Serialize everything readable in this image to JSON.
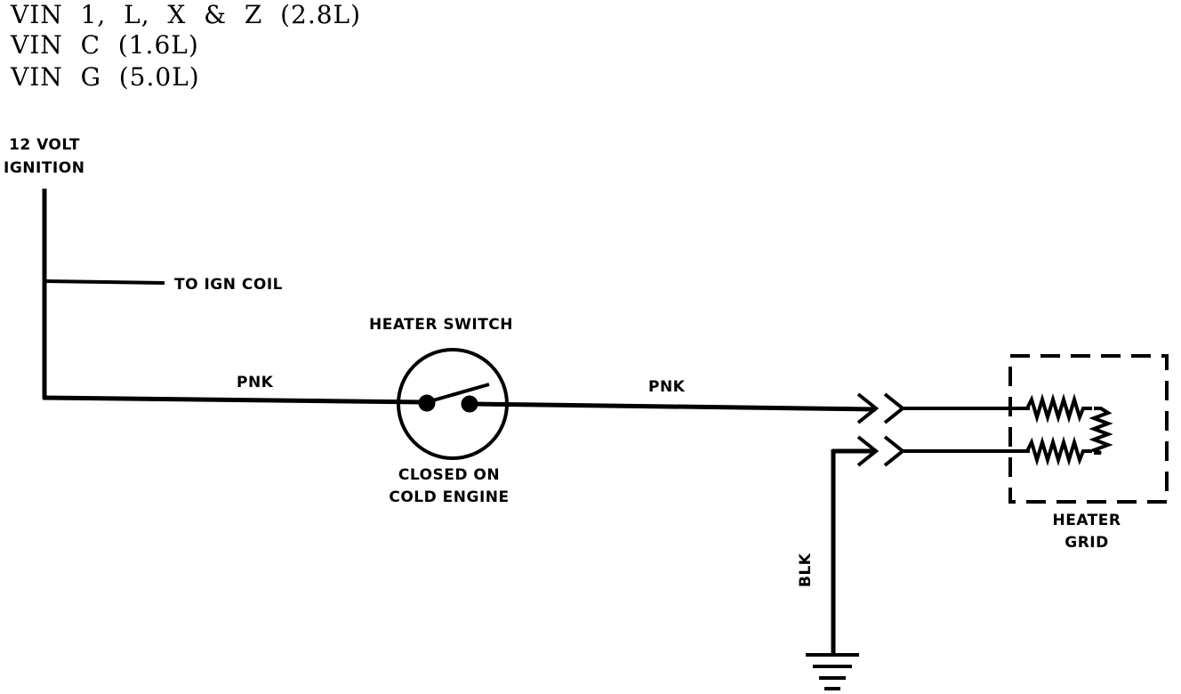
{
  "header": {
    "vin_lines": [
      "VIN  1,  L,  X  &  Z  (2.8L)",
      "VIN  C  (1.6L)",
      "VIN  G  (5.0L)"
    ]
  },
  "labels": {
    "supply_line1": "12 VOLT",
    "supply_line2": "IGNITION",
    "ign_coil": "TO IGN COIL",
    "switch_title": "HEATER SWITCH",
    "switch_note_line1": "CLOSED ON",
    "switch_note_line2": "COLD ENGINE",
    "wire_left": "PNK",
    "wire_right": "PNK",
    "ground_wire": "BLK",
    "grid_line1": "HEATER",
    "grid_line2": "GRID"
  },
  "colors": {
    "ink": "#000000",
    "background": "#ffffff"
  }
}
